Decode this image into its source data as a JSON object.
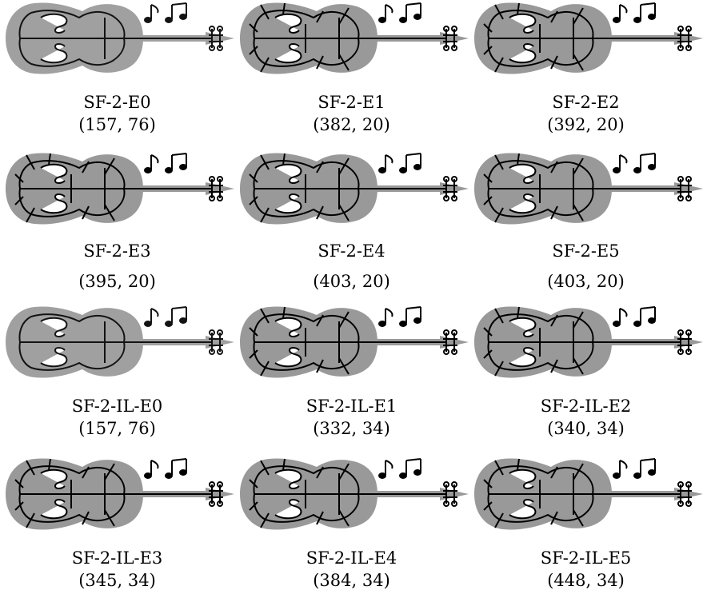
{
  "figure": {
    "items": [
      {
        "name": "SF-2-E0",
        "dims": "(157, 76)",
        "variant": "low"
      },
      {
        "name": "SF-2-E1",
        "dims": "(382, 20)",
        "variant": "e"
      },
      {
        "name": "SF-2-E2",
        "dims": "(392, 20)",
        "variant": "e"
      },
      {
        "name": "SF-2-E3",
        "dims": "(395, 20)",
        "variant": "e"
      },
      {
        "name": "SF-2-E4",
        "dims": "(403, 20)",
        "variant": "e"
      },
      {
        "name": "SF-2-E5",
        "dims": "(403, 20)",
        "variant": "e"
      },
      {
        "name": "SF-2-IL-E0",
        "dims": "(157, 76)",
        "variant": "low"
      },
      {
        "name": "SF-2-IL-E1",
        "dims": "(332, 34)",
        "variant": "il"
      },
      {
        "name": "SF-2-IL-E2",
        "dims": "(340, 34)",
        "variant": "il"
      },
      {
        "name": "SF-2-IL-E3",
        "dims": "(345, 34)",
        "variant": "il"
      },
      {
        "name": "SF-2-IL-E4",
        "dims": "(384, 34)",
        "variant": "il"
      },
      {
        "name": "SF-2-IL-E5",
        "dims": "(448, 34)",
        "variant": "il"
      }
    ]
  },
  "colors": {
    "body_fill": "#999999",
    "outline": "#000000",
    "scroll_fill": "#ffffff",
    "background": "#ffffff"
  },
  "icons": {
    "image": "violin-icon",
    "notes": "music-notes-icon"
  }
}
